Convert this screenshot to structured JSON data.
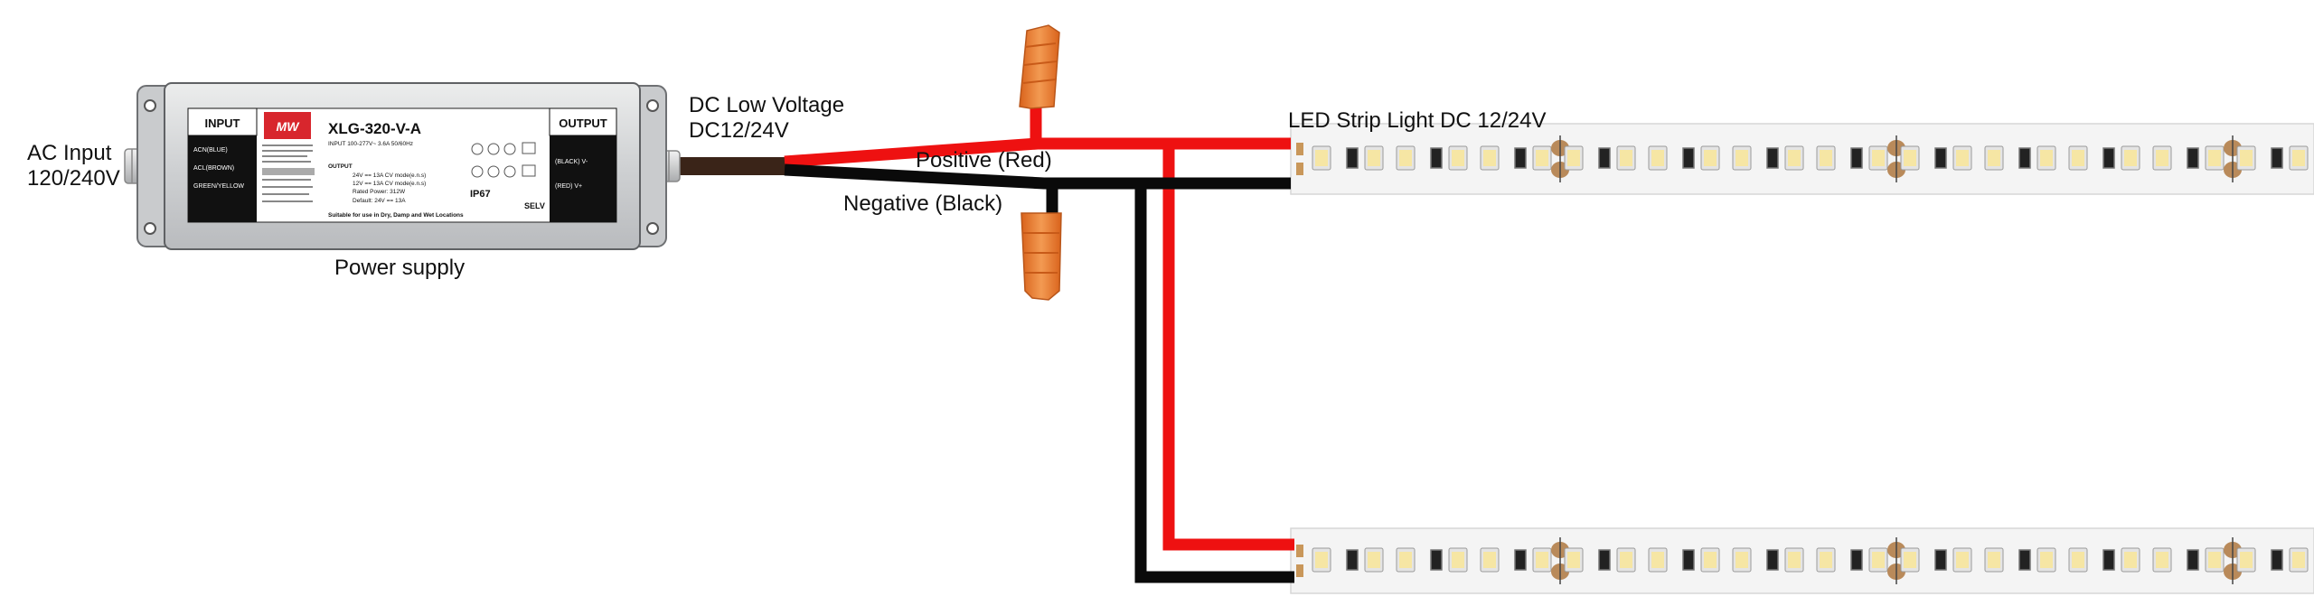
{
  "labels": {
    "ac_input_line1": "AC Input",
    "ac_input_line2": "120/240V",
    "power_supply": "Power supply",
    "dc_line1": "DC Low Voltage",
    "dc_line2": "DC12/24V",
    "positive": "Positive (Red)",
    "negative": "Negative (Black)",
    "led_strip": "LED Strip Light DC 12/24V"
  },
  "driver": {
    "model": "XLG-320-V-A",
    "logo": "MW",
    "input_header": "INPUT",
    "output_header": "OUTPUT",
    "input_terminals": [
      "ACN(BLUE)",
      "ACL(BROWN)",
      "GREEN/YELLOW"
    ],
    "output_terminals": [
      "(BLACK) V-",
      "(RED) V+"
    ],
    "spec_line_1": "INPUT 100-277V~ 3.6A 50/60Hz",
    "spec_line_2": "OUTPUT",
    "spec_line_3": "24V == 13A CV mode(e.n.s)",
    "spec_line_4": "12V == 13A CV mode(e.n.s)",
    "spec_line_5": "Rated Power: 312W",
    "spec_line_6": "Default: 24V == 13A",
    "ip_rating": "IP67",
    "selv": "SELV",
    "footer": "Suitable for use in Dry, Damp and Wet Locations"
  },
  "colors": {
    "positive_wire": "#ee1111",
    "negative_wire": "#0a0a0a",
    "dc_cable": "#3a2418",
    "connector": "#e8782c",
    "driver_body": "#d7d8da",
    "strip_base": "#f4f4f4",
    "led_yellow": "#f6e6a4"
  }
}
